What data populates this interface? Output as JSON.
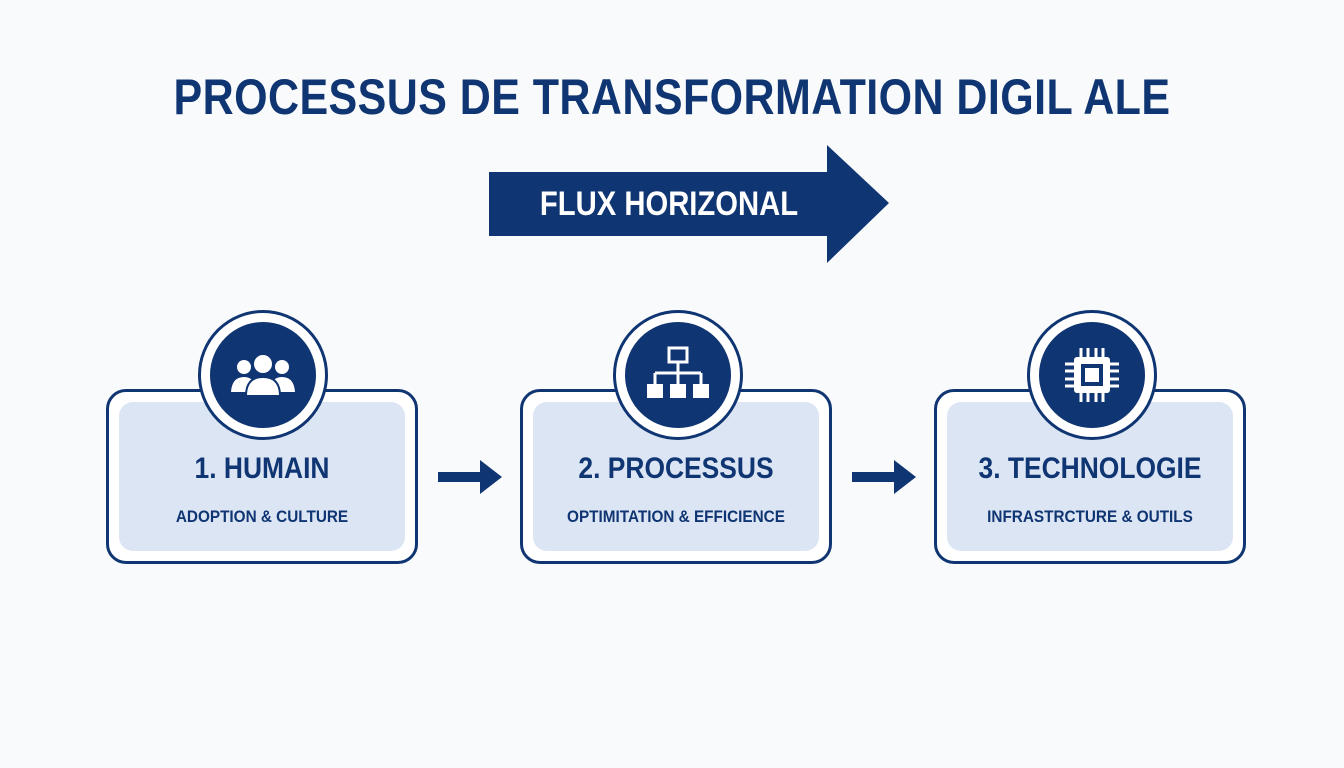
{
  "title": "PROCESSUS DE TRANSFORMATION DIGIL ALE",
  "flow_label": "FLUX HORIZONAL",
  "colors": {
    "primary": "#0f3572",
    "card_fill": "#dce5f4",
    "background": "#f9fafb"
  },
  "steps": [
    {
      "title": "1. HUMAIN",
      "subtitle": "ADOPTION & CULTURE",
      "icon": "people-group-icon"
    },
    {
      "title": "2. PROCESSUS",
      "subtitle": "OPTIMITATION & EFFICIENCE",
      "icon": "org-chart-icon"
    },
    {
      "title": "3. TECHNOLOGIE",
      "subtitle": "INFRASTRCTURE & OUTILS",
      "icon": "cpu-chip-icon"
    }
  ]
}
